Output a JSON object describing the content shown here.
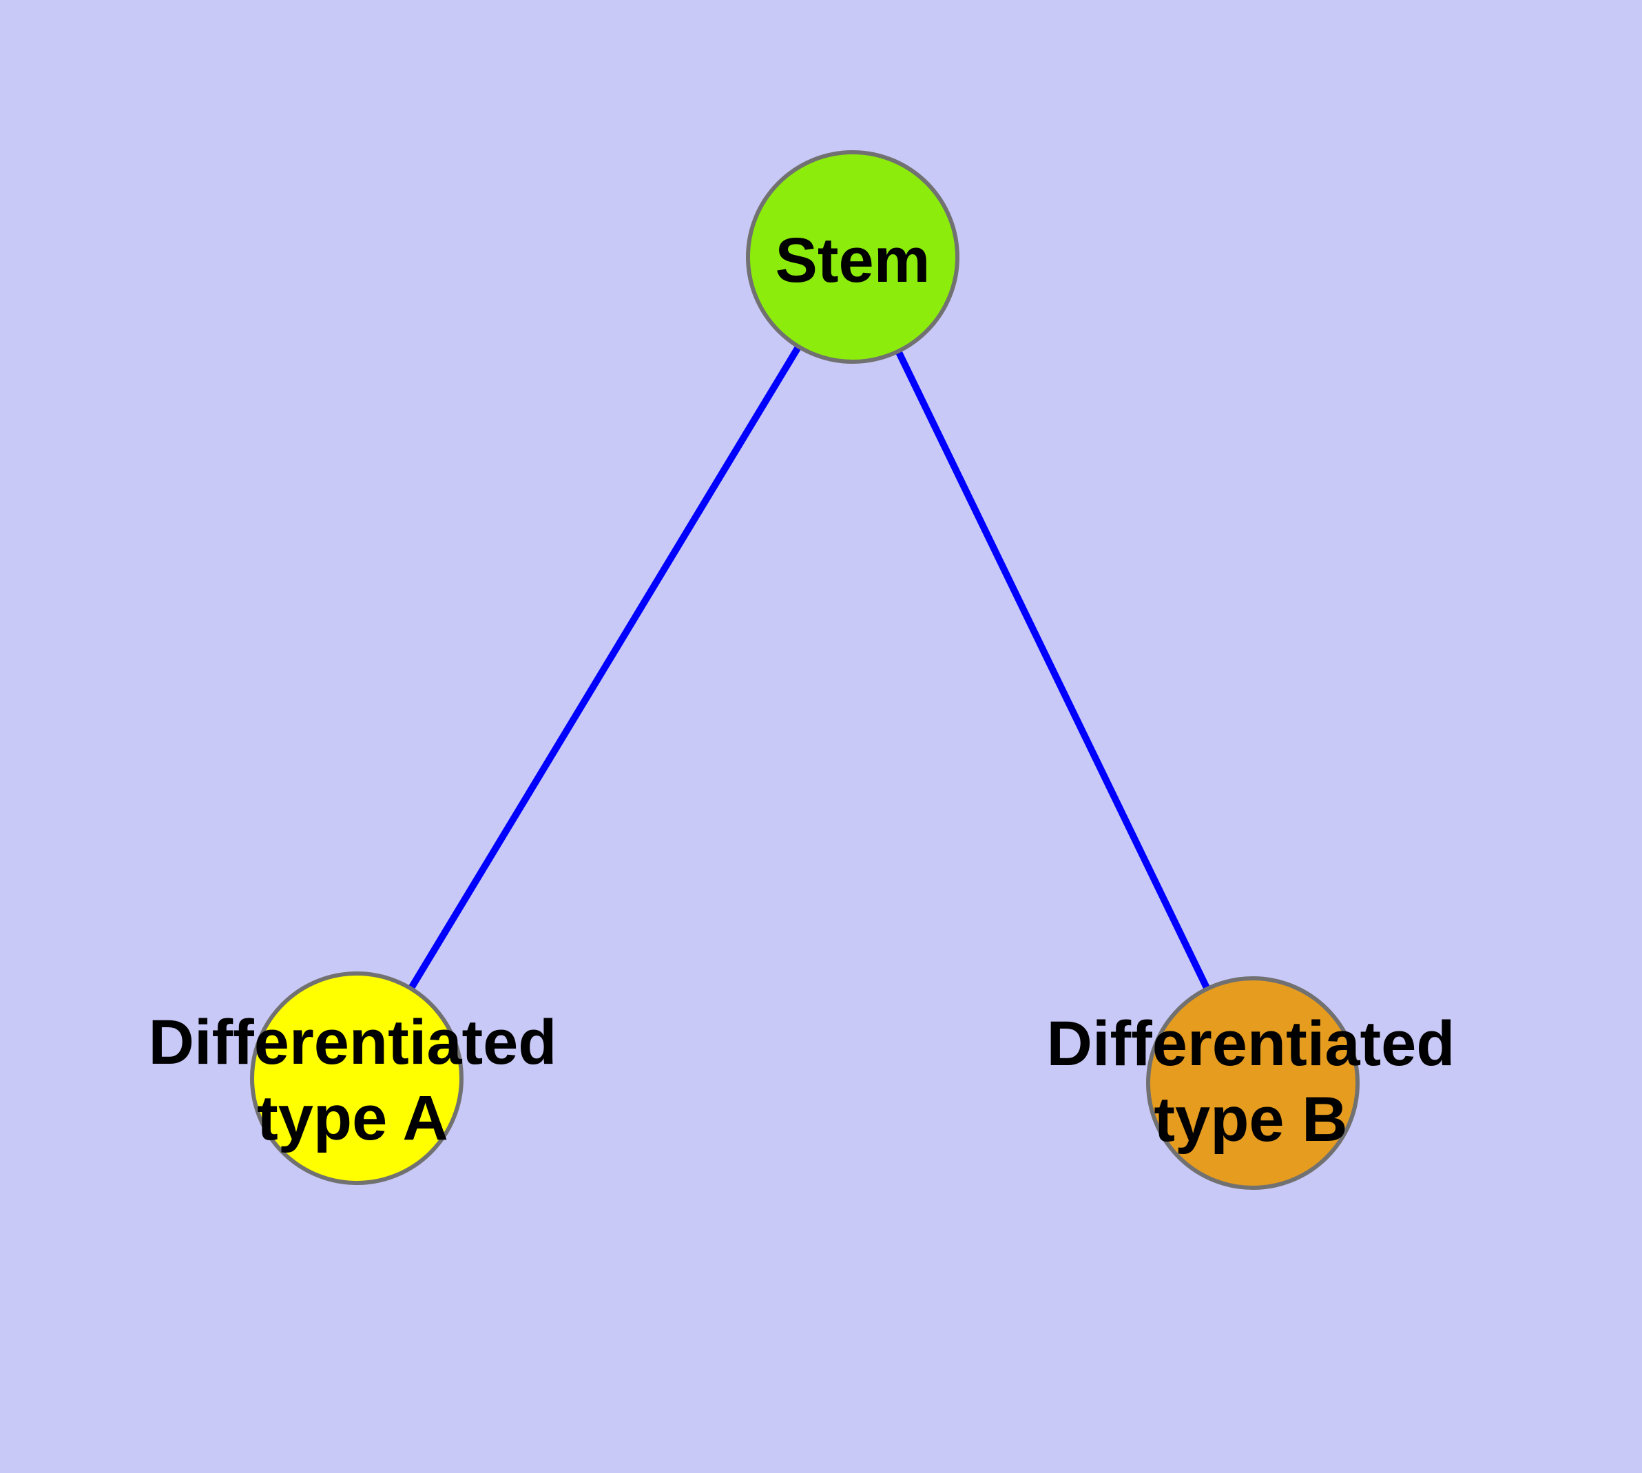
{
  "diagram": {
    "background_color": "#C9C9F8",
    "edge_color": "#0000FF",
    "node_border_color": "#717171",
    "label_color": "#000000",
    "nodes": [
      {
        "id": "stem",
        "label": "Stem",
        "fill": "#8CEC0C"
      },
      {
        "id": "differentiated-type-a",
        "label": "Differentiated\ntype A",
        "fill": "#FFFF00"
      },
      {
        "id": "differentiated-type-b",
        "label": "Differentiated\ntype B",
        "fill": "#E69C1F"
      }
    ],
    "edges": [
      {
        "from": "Stem",
        "to": "Differentiated type A"
      },
      {
        "from": "Stem",
        "to": "Differentiated type B"
      }
    ]
  }
}
